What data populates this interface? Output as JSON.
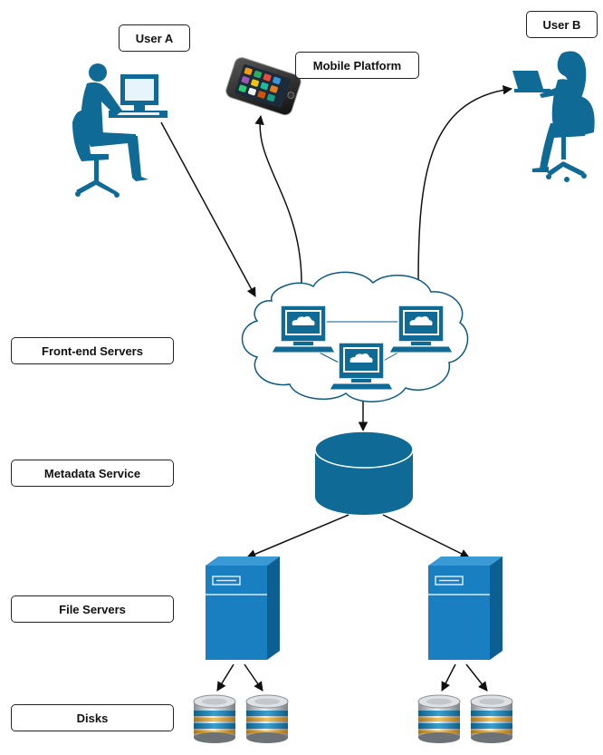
{
  "labels": {
    "user_a": "User A",
    "mobile_platform": "Mobile Platform",
    "user_b": "User B",
    "front_end_servers": "Front-end Servers",
    "metadata_service": "Metadata Service",
    "file_servers": "File Servers",
    "disks": "Disks"
  },
  "icons": {
    "user_a": "person-at-desktop-computer-icon",
    "mobile": "smartphone-icon",
    "user_b": "person-with-laptop-icon",
    "cloud": "cloud-icon",
    "server": "desktop-computer-icon",
    "database": "database-cylinder-icon",
    "file_server": "server-tower-icon",
    "disk": "disk-stack-icon"
  },
  "colors": {
    "primary": "#0f6a96",
    "cloud_stroke": "#0b5a82",
    "tower_face": "#1a7fc0",
    "tower_side": "#0d5f92",
    "arrow": "#111111"
  }
}
